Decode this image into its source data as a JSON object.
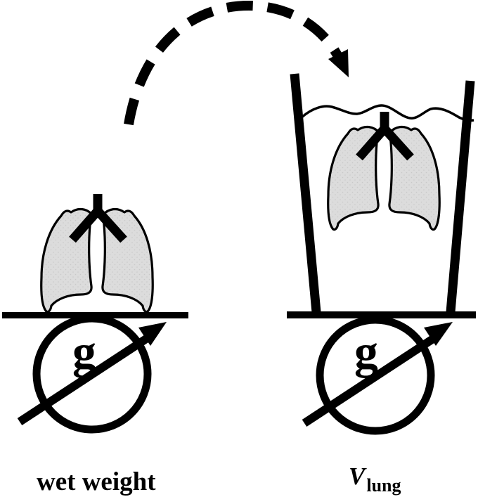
{
  "figure": {
    "left_panel": {
      "caption": "wet weight",
      "gauge_letter": "g"
    },
    "right_panel": {
      "caption_variable": "V",
      "caption_subscript": "lung",
      "gauge_letter": "g"
    },
    "colors": {
      "ink": "#000000",
      "lung_fill": "#dcdcdc",
      "lung_dot_texture": "#c9c9c9",
      "background": "#ffffff"
    }
  }
}
